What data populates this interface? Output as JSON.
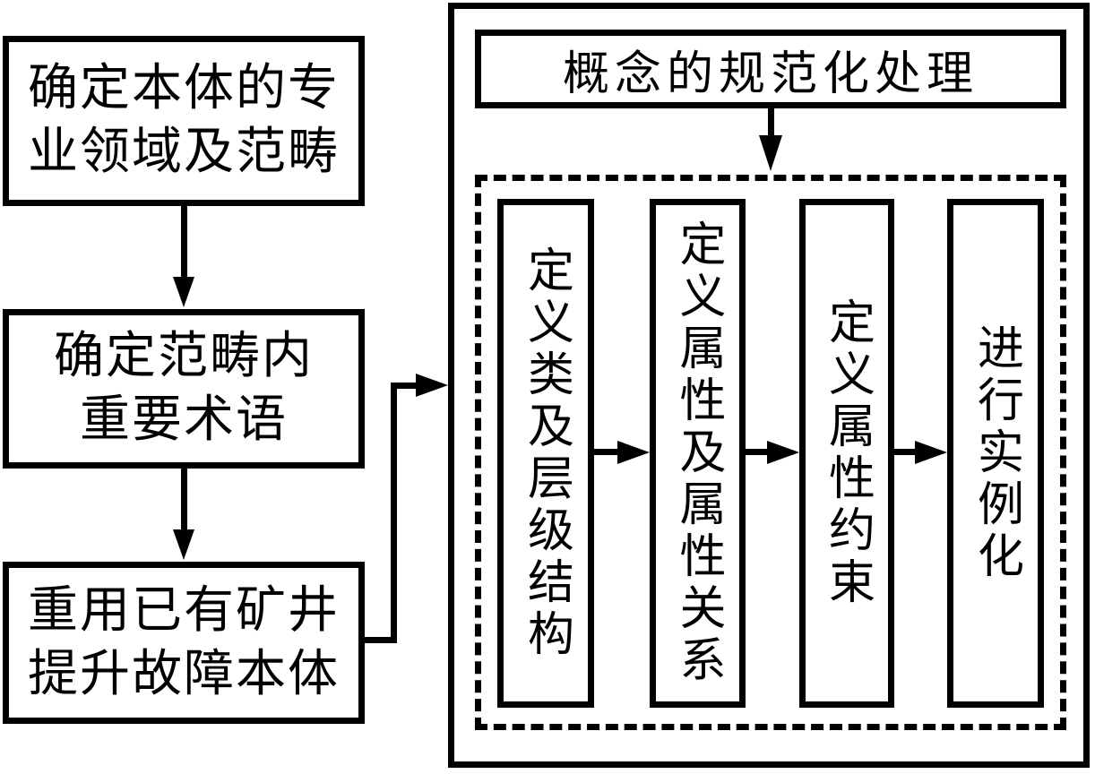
{
  "colors": {
    "stroke": "#000000",
    "background": "#ffffff"
  },
  "left_flow": {
    "steps": [
      {
        "lines": [
          "确定本体的专",
          "业领域及范畴"
        ]
      },
      {
        "lines": [
          "确定范畴内",
          "重要术语"
        ]
      },
      {
        "lines": [
          "重用已有矿井",
          "提升故障本体"
        ]
      }
    ]
  },
  "right_panel": {
    "header": "概念的规范化处理",
    "substeps": [
      {
        "label": "定义类及层级结构"
      },
      {
        "label": "定义属性及属性关系"
      },
      {
        "label": "定义属性约束"
      },
      {
        "label": "进行实例化"
      }
    ]
  }
}
